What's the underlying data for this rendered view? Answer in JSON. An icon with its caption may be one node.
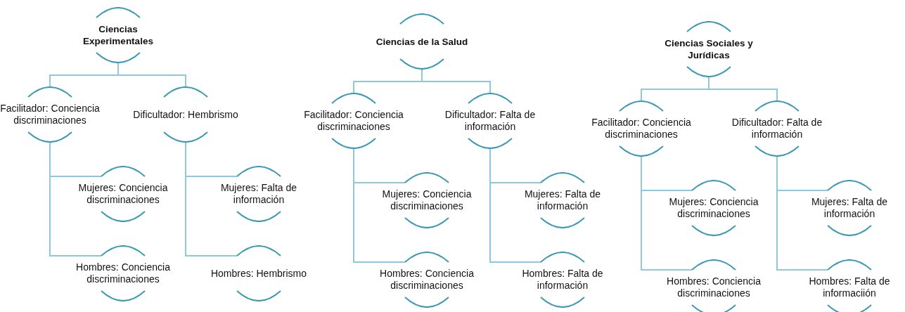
{
  "diagram": {
    "nodes": [
      {
        "text": [
          "Ciencias Experimentales"
        ]
      },
      {
        "text": [
          "Facilitador: Conciencia discriminaciones"
        ]
      },
      {
        "text": [
          "Dificultador: Hembrismo"
        ]
      },
      {
        "text": [
          "Mujeres: Conciencia discriminaciones"
        ]
      },
      {
        "text": [
          "Hombres: Conciencia discriminaciones"
        ]
      },
      {
        "text": [
          "Mujeres: Falta de información"
        ]
      },
      {
        "text": [
          "Hombres: Hembrismo"
        ]
      },
      {
        "text": [
          "Ciencias de la Salud"
        ]
      },
      {
        "text": [
          "Facilitador: Conciencia discriminaciones"
        ]
      },
      {
        "text": [
          "Dificultador: Falta de información"
        ]
      },
      {
        "text": [
          "Mujeres: Conciencia discriminaciones"
        ]
      },
      {
        "text": [
          "Hombres: Conciencia discriminaciones"
        ]
      },
      {
        "text": [
          "Mujeres: Falta de información"
        ]
      },
      {
        "text": [
          "Hombres: Falta de información"
        ]
      },
      {
        "text": [
          "Ciencias Sociales y Jurídicas"
        ]
      },
      {
        "text": [
          "Facilitador: Conciencia discriminaciones"
        ]
      },
      {
        "text": [
          "Dificultador: Falta de información"
        ]
      },
      {
        "text": [
          "Mujeres: Conciencia discriminaciones"
        ]
      },
      {
        "text": [
          "Hombres: Conciencia discriminaciones"
        ]
      },
      {
        "text": [
          "Mujeres: Falta de información"
        ]
      },
      {
        "text": [
          "Hombres: Falta de informaciión"
        ]
      }
    ],
    "edges": [
      {
        "from": 0,
        "to": 1,
        "arrow": "none"
      },
      {
        "from": 0,
        "to": 2,
        "arrow": "none"
      },
      {
        "from": 1,
        "to": 3,
        "arrow": "none"
      },
      {
        "from": 1,
        "to": 4,
        "arrow": "none"
      },
      {
        "from": 2,
        "to": 5,
        "arrow": "none"
      },
      {
        "from": 2,
        "to": 6,
        "arrow": "none"
      },
      {
        "from": 7,
        "to": 8,
        "arrow": "none"
      },
      {
        "from": 7,
        "to": 9,
        "arrow": "none"
      },
      {
        "from": 8,
        "to": 10,
        "arrow": "none"
      },
      {
        "from": 8,
        "to": 11,
        "arrow": "none"
      },
      {
        "from": 9,
        "to": 12,
        "arrow": "none"
      },
      {
        "from": 9,
        "to": 13,
        "arrow": "none"
      },
      {
        "from": 14,
        "to": 15,
        "arrow": "none"
      },
      {
        "from": 14,
        "to": 16,
        "arrow": "none"
      },
      {
        "from": 15,
        "to": 17,
        "arrow": "none"
      },
      {
        "from": 15,
        "to": 18,
        "arrow": "none"
      },
      {
        "from": 16,
        "to": 19,
        "arrow": "none"
      },
      {
        "from": 16,
        "to": 20,
        "arrow": "none"
      }
    ]
  }
}
